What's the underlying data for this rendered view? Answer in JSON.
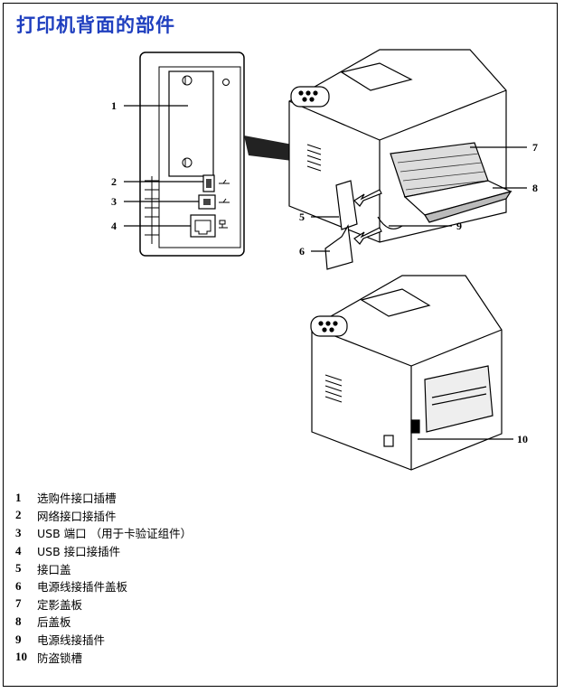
{
  "page": {
    "title": "打印机背面的部件"
  },
  "callouts": [
    "1",
    "2",
    "3",
    "4",
    "5",
    "6",
    "7",
    "8",
    "9",
    "10"
  ],
  "legend": [
    {
      "num": "1",
      "text": "选购件接口插槽"
    },
    {
      "num": "2",
      "text": "网络接口接插件"
    },
    {
      "num": "3",
      "text": "USB 端口 （用于卡验证组件）"
    },
    {
      "num": "4",
      "text": "USB 接口接插件"
    },
    {
      "num": "5",
      "text": "接口盖"
    },
    {
      "num": "6",
      "text": "电源线接插件盖板"
    },
    {
      "num": "7",
      "text": "定影盖板"
    },
    {
      "num": "8",
      "text": "后盖板"
    },
    {
      "num": "9",
      "text": "电源线接插件"
    },
    {
      "num": "10",
      "text": "防盗锁槽"
    }
  ],
  "icons": [
    "usb-icon",
    "network-icon",
    "printer-rear-illustration",
    "interface-panel-closeup"
  ]
}
